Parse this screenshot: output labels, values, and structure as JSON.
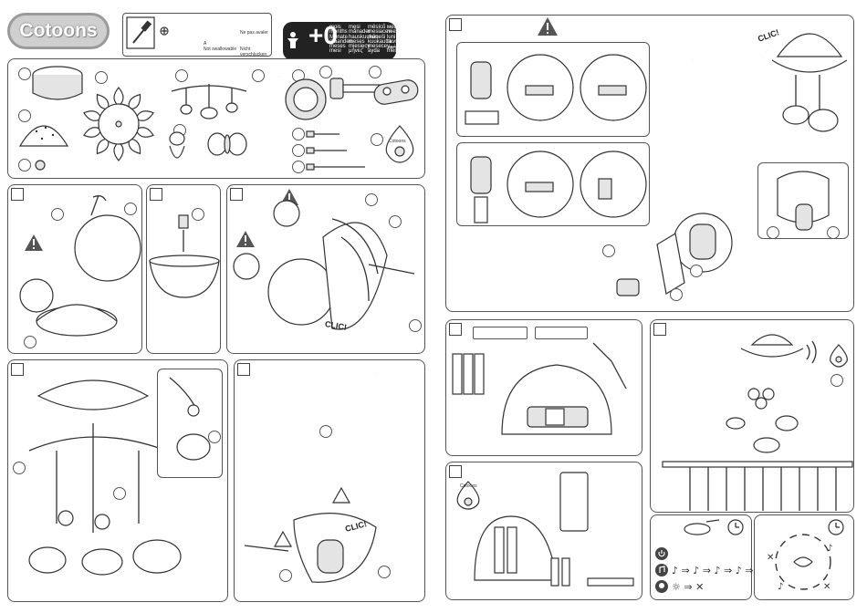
{
  "brand": {
    "logo_text": "Cotoons"
  },
  "tools_box": {
    "line1": "Ne pas avaler",
    "line2": "A",
    "line3": "Not swallowable",
    "line4": "Nicht verschlucken"
  },
  "age_badge": {
    "text": "+0",
    "col1": "mois\nmonths\nMonate\nmaanden\nmeses\nmesi",
    "col2": "mesi\nmånader\nhauskuukau\nmeses\nmiesięcy\nμήνες",
    "col3": "měsíců\nmesiacev\nmēneši\nkuukautta\nmesecev\nayda",
    "col4": "месяцев\nmiesiąc\nluni\nשבועות\nشهر\nmēnešiem"
  },
  "labels": {
    "clic_1": "CLIC!",
    "clic_2": "CLIC!",
    "clic_3": "CLIC!",
    "cotoons_small_1": "Cotoons",
    "cotoons_small_2": "Cotoons"
  },
  "icons": {
    "warning": "warning-triangle-icon",
    "clock": "clock-icon",
    "power": "power-icon",
    "music": "music-note-icon",
    "light": "light-bulb-icon",
    "screwdriver": "screwdriver-icon",
    "child": "child-figure-icon"
  },
  "colors": {
    "line": "#333333",
    "fill": "#e4e4e4",
    "badge": "#222222",
    "logo": "#cfcfcf"
  }
}
